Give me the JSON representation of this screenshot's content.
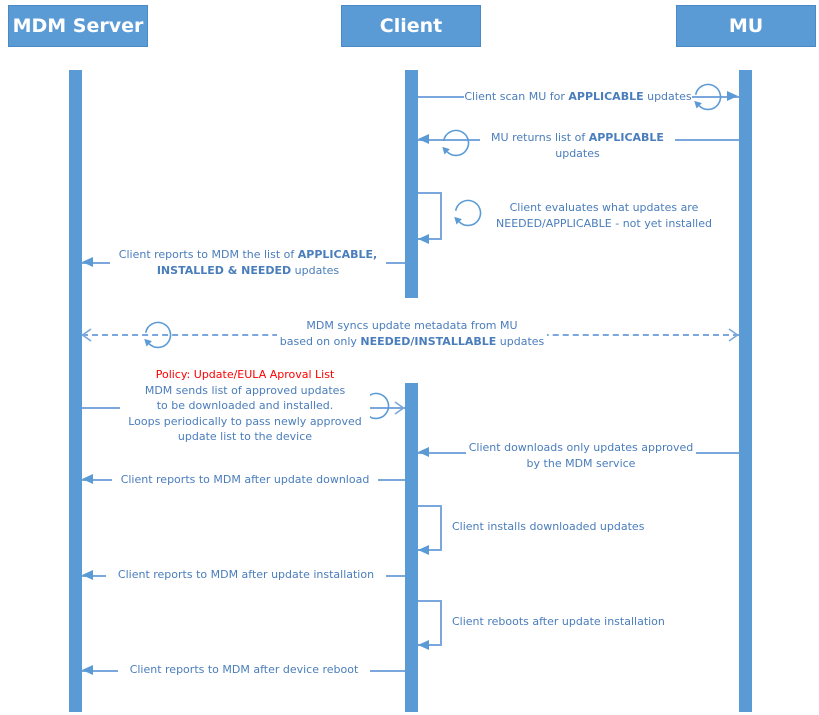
{
  "actors": {
    "mdm": "MDM Server",
    "client": "Client",
    "mu": "MU"
  },
  "colors": {
    "primary": "#5b9bd5",
    "line": "#7aa7dc",
    "text": "#4a7dbb",
    "policy": "#fe0000"
  },
  "messages": {
    "scan_mu": {
      "pre": "Client scan MU for ",
      "bold": "APPLICABLE",
      "post": " updates"
    },
    "mu_returns": {
      "pre": "MU returns list of ",
      "bold": "APPLICABLE",
      "line2": "updates"
    },
    "client_evaluates": {
      "line1": "Client evaluates what updates are",
      "line2": "NEEDED/APPLICABLE - not yet installed"
    },
    "report_list": {
      "pre": "Client reports to MDM the list of ",
      "bold1": "APPLICABLE,",
      "bold2": "INSTALLED & NEEDED",
      "post": " updates"
    },
    "mdm_syncs": {
      "line1": "MDM syncs update metadata from MU",
      "pre2": "based on only ",
      "bold2": "NEEDED/INSTALLABLE",
      "post2": " updates"
    },
    "policy_push": {
      "title": "Policy: Update/EULA Aproval List",
      "line1": "MDM sends list of approved updates",
      "line2": "to be downloaded and installed.",
      "line3": "Loops periodically to pass newly approved",
      "line4": "update list to the device"
    },
    "client_downloads": {
      "line1": "Client downloads only updates approved",
      "line2": "by the MDM service"
    },
    "report_download": {
      "text": "Client reports to MDM after update download"
    },
    "client_installs": {
      "text": "Client installs downloaded updates"
    },
    "report_install": {
      "text": "Client reports to MDM after update installation"
    },
    "client_reboots": {
      "text": "Client reboots after update installation"
    },
    "report_reboot": {
      "text": "Client reports to MDM after device reboot"
    }
  }
}
